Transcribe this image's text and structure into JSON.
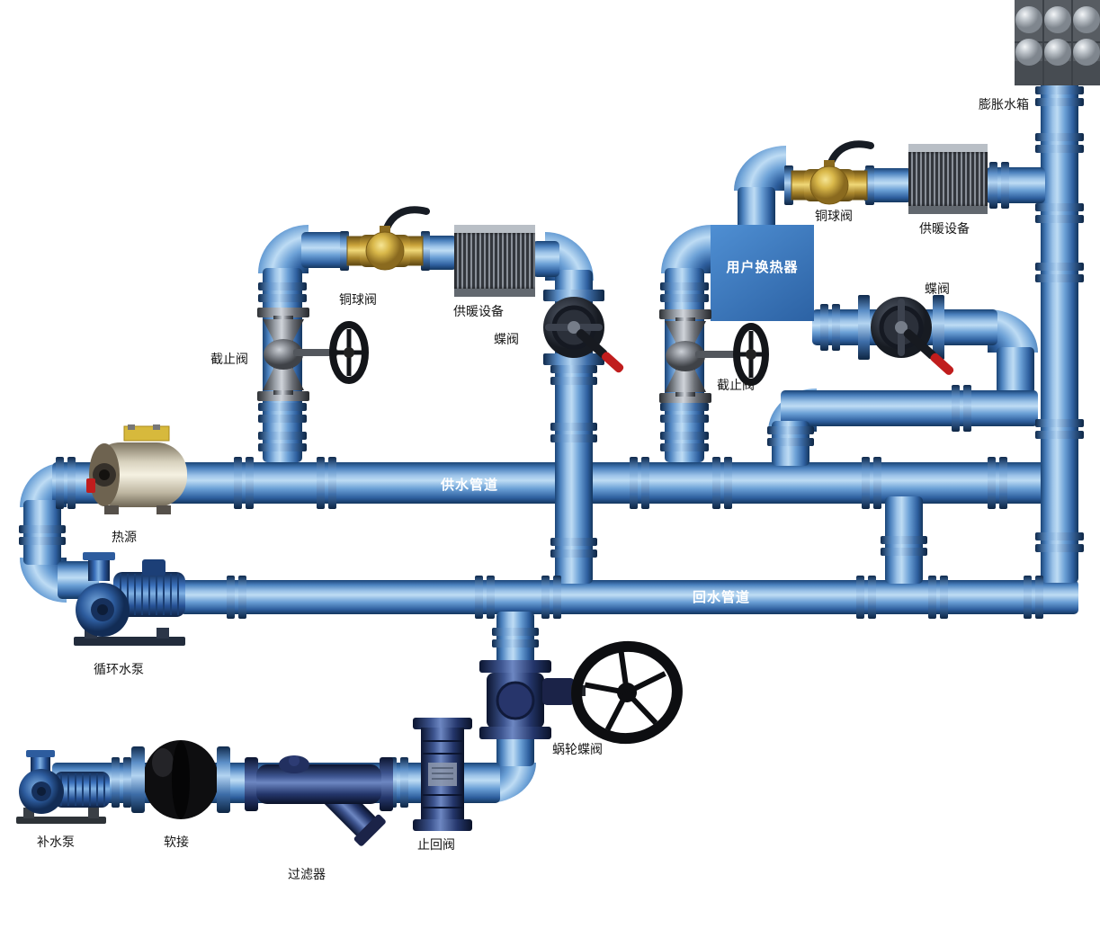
{
  "diagram": {
    "labels": {
      "expansion_tank": "膨胀水箱",
      "ball_valve_upper": "铜球阀",
      "heating_device_upper": "供暖设备",
      "user_heat_exchanger": "用户换热器",
      "butterfly_valve_upper": "蝶阀",
      "stop_valve_right": "截止阀",
      "ball_valve_mid": "铜球阀",
      "heating_device_mid": "供暖设备",
      "butterfly_valve_mid": "蝶阀",
      "stop_valve_left": "截止阀",
      "supply_pipe": "供水管道",
      "return_pipe": "回水管道",
      "heat_source": "热源",
      "circulating_pump": "循环水泵",
      "worm_gear_butterfly_valve": "蜗轮蝶阀",
      "makeup_pump": "补水泵",
      "flexible_joint": "软接",
      "strainer": "过滤器",
      "check_valve": "止回阀"
    },
    "colors": {
      "pipe_blue": "#4a80bd",
      "pipe_highlight": "#bedcf4",
      "pipe_shadow": "#14365e",
      "exchanger_blue": "#3c78c0",
      "brass": "#c9a23a",
      "handle_red": "#c01d1d",
      "component_navy": "#24366b"
    }
  }
}
